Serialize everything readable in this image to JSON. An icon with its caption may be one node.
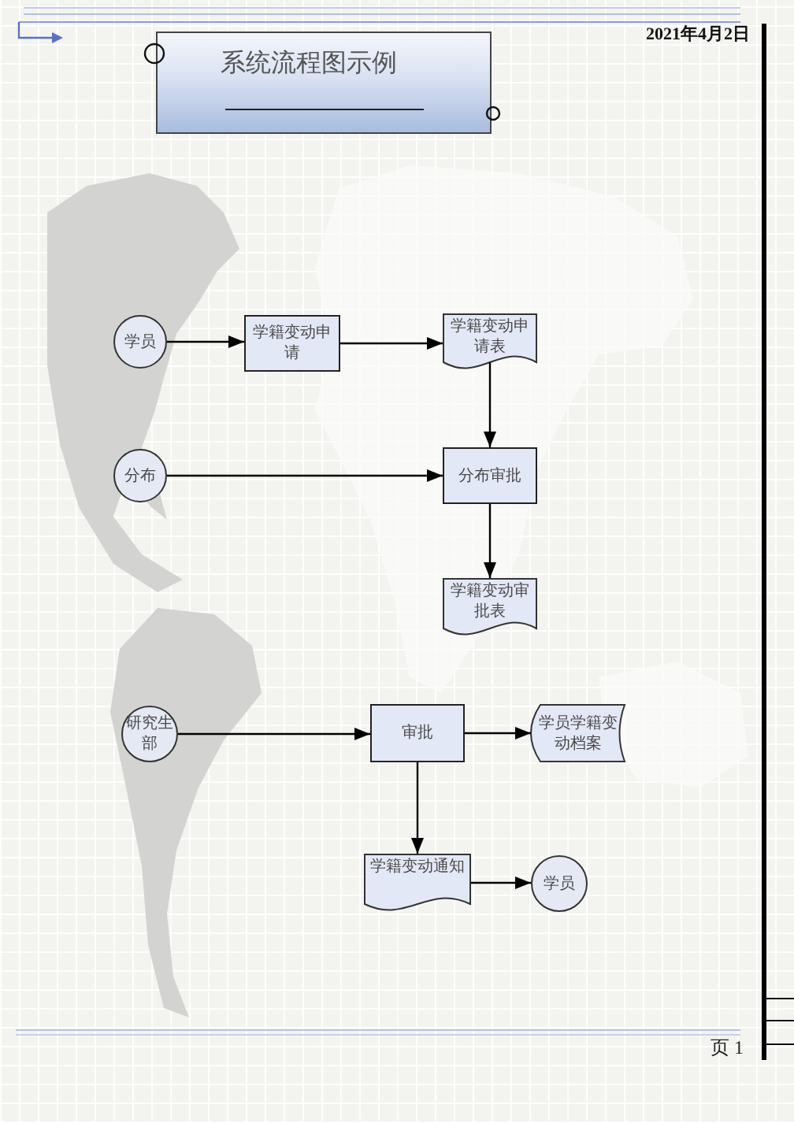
{
  "diagram": {
    "title": "系统流程图示例",
    "nodes": [
      {
        "text": [
          "学员"
        ]
      },
      {
        "text": [
          "学籍变动申请"
        ]
      },
      {
        "text": [
          "学籍变动申请表"
        ]
      },
      {
        "text": [
          "分布"
        ]
      },
      {
        "text": [
          "分布审批"
        ]
      },
      {
        "text": [
          "学籍变动审批表"
        ]
      },
      {
        "text": [
          "研究生部"
        ]
      },
      {
        "text": [
          "审批"
        ]
      },
      {
        "text": [
          "学员学籍变动档案"
        ]
      },
      {
        "text": [
          "学籍变动通知"
        ]
      },
      {
        "text": [
          "学员"
        ]
      }
    ],
    "edges": [
      {
        "from": 0,
        "to": 1,
        "arrow": "to"
      },
      {
        "from": 1,
        "to": 2,
        "arrow": "to"
      },
      {
        "from": 2,
        "to": 4,
        "arrow": "to"
      },
      {
        "from": 3,
        "to": 4,
        "arrow": "to"
      },
      {
        "from": 4,
        "to": 5,
        "arrow": "to"
      },
      {
        "from": 6,
        "to": 7,
        "arrow": "to"
      },
      {
        "from": 7,
        "to": 8,
        "arrow": "to"
      },
      {
        "from": 7,
        "to": 9,
        "arrow": "to"
      },
      {
        "from": 9,
        "to": 10,
        "arrow": "to"
      }
    ],
    "labels": [
      "2021年4月2日",
      "页 1"
    ]
  }
}
